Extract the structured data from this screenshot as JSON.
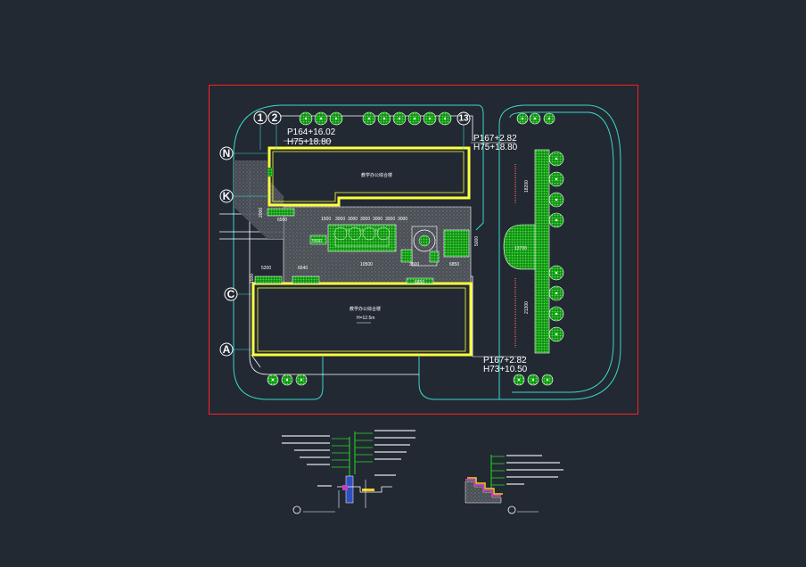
{
  "colors": {
    "background": "#222933",
    "frame": "#ff2020",
    "road": "#3ad8c8",
    "building": "#ffff40",
    "green": "#22dd22",
    "line": "#ffffff"
  },
  "grid_labels": {
    "g1": "1",
    "g2": "2",
    "g13": "13",
    "gN": "N",
    "gK": "K",
    "gC": "C",
    "gA": "A"
  },
  "elevations": {
    "top_left_p": "P164+16.02",
    "top_left_h": "H75+18.80",
    "top_right_p": "P167+2.82",
    "top_right_h": "H75+18.80",
    "bottom_right_p": "P167+2.82",
    "bottom_right_h": "H73+10.50"
  },
  "dimensions": {
    "d1500": "1500",
    "d3000a": "3000",
    "d3000b": "3000",
    "d3000c": "3000",
    "d3000d": "3000",
    "d3000e": "3000",
    "d3000f": "3000",
    "d5500": "5500",
    "d10500": "10500",
    "d6850": "6850",
    "d3500": "3500",
    "d6500": "6500",
    "d5200": "5200",
    "d6640": "6640",
    "d6850b": "6850",
    "d18200": "18200",
    "d21300": "21300",
    "d13700": "13700",
    "d5000": "5000",
    "d1500b": "1500",
    "d2000": "2000"
  }
}
